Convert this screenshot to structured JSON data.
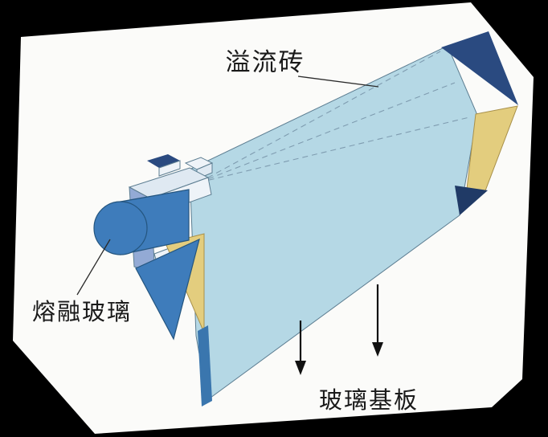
{
  "figure": {
    "type": "isometric-diagram",
    "subject": "overflow fusion glass forming process",
    "labels": {
      "overflow_brick": "溢流砖",
      "molten_glass": "熔融玻璃",
      "glass_substrate": "玻璃基板"
    },
    "icons": {
      "flow_direction": "down-arrow"
    },
    "colors": {
      "background": "#000000",
      "paper": "#fbfbf9",
      "sheet": "#b5d8e5",
      "sheet_edge": "#3a76ae",
      "cylinder": "#3e7cbb",
      "navy": "#2a4a80",
      "navy_dark": "#203a66",
      "periwinkle": "#93aad5",
      "pale_face": "#dfe9f2",
      "pale_face_2": "#eef3f8",
      "yellow": "#e3cd7e",
      "label_text": "#1a1a1a"
    }
  }
}
